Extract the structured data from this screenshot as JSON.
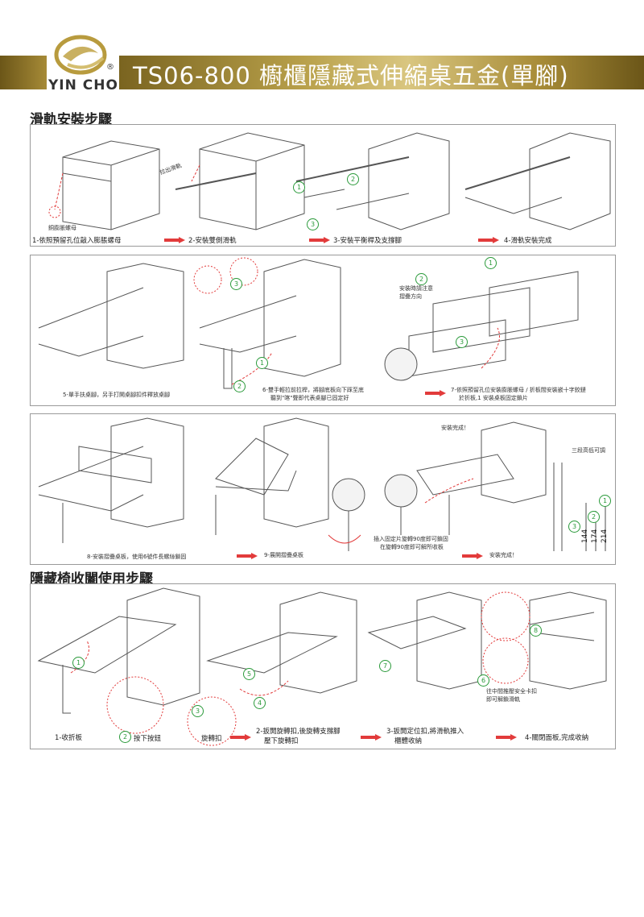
{
  "header": {
    "brand": "YIN CHO",
    "registered": "®",
    "title": "TS06-800 櫥櫃隱藏式伸縮桌五金(單腳)"
  },
  "section1": {
    "title": "滑軌安裝步驟",
    "label_nut": "銅膨脹螺母",
    "label_pull": "拉出滑軌",
    "step1": "1-依照預留孔位敲入膨脹螺母",
    "step2": "2-安裝雙側滑軌",
    "step3": "3-安裝平衡桿及支撐腳",
    "step4": "4-滑軌安裝完成"
  },
  "section2": {
    "step5": "5-單手扶桌腳，另手打開桌腳扣件釋放桌腳",
    "step6_line1": "6-雙手輕拉前拉桿，將腳底板向下踩至底",
    "step6_line2": "聽到\"喀\"聲即代表桌腳已固定好",
    "note_line1": "安裝時請注意",
    "note_line2": "摺疊方向",
    "step7_line1": "7-依照預留孔位安裝膨脹螺母 / 折板間安裝嵌十字鉸鏈",
    "step7_line2": "於折板,1 安裝桌板固定鎖片"
  },
  "section3": {
    "step8": "8-安裝摺疊桌板，使用6號件長螺絲鎖固",
    "step9": "9-展開摺疊桌板",
    "rotate_line1": "插入固定片旋轉90度即可鎖固",
    "rotate_line2": "在旋轉90度即可解所收板",
    "done_top": "安裝完成！",
    "done": "安裝完成！",
    "height_note": "三段高低可調",
    "dims": [
      "144",
      "174",
      "214"
    ]
  },
  "section4": {
    "title": "隱藏椅收闔使用步驟",
    "step1": "1-收折板",
    "press": "按下按鈕",
    "rotate": "旋轉扣",
    "step2_line1": "2-扳開旋轉扣,後旋轉支撐腳",
    "step2_line2": "壓下旋轉扣",
    "step3_line1": "3-扳開定位扣,將滑軌推入",
    "step3_line2": "櫃體收納",
    "safety_line1": "往中間推壓安全卡扣",
    "safety_line2": "即可解鎖滑軌",
    "step4": "4-關閉面板,完成收納"
  },
  "colors": {
    "accent_red": "#e23b3b",
    "marker_green": "#2a9a3a",
    "gold": "#b8a04a"
  }
}
